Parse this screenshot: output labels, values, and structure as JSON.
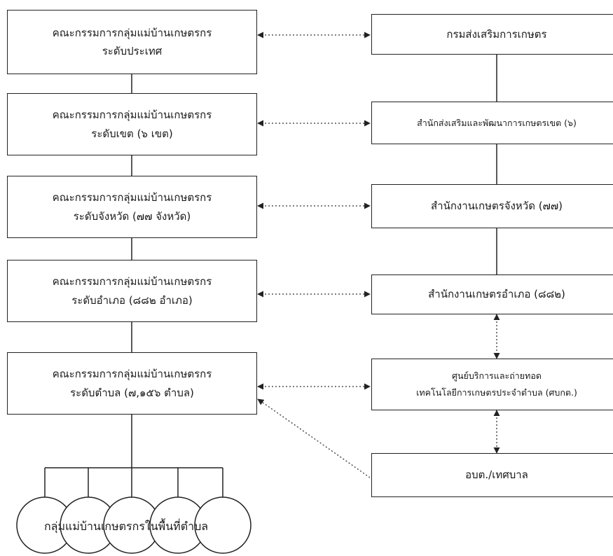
{
  "left_column": [
    {
      "line1": "คณะกรรมการกลุ่มแม่บ้านเกษตรกร",
      "line2": "ระดับประเทศ"
    },
    {
      "line1": "คณะกรรมการกลุ่มแม่บ้านเกษตรกร",
      "line2": "ระดับเขต (๖ เขต)"
    },
    {
      "line1": "คณะกรรมการกลุ่มแม่บ้านเกษตรกร",
      "line2": "ระดับจังหวัด (๗๗ จังหวัด)"
    },
    {
      "line1": "คณะกรรมการกลุ่มแม่บ้านเกษตรกร",
      "line2": "ระดับอำเภอ (๘๘๒ อำเภอ)"
    },
    {
      "line1": "คณะกรรมการกลุ่มแม่บ้านเกษตรกร",
      "line2": "ระดับตำบล (๗,๑๕๖ ตำบล)"
    }
  ],
  "right_column": [
    {
      "line1": "กรมส่งเสริมการเกษตร",
      "line2": ""
    },
    {
      "line1": "สำนักส่งเสริมและพัฒนาการเกษตรเขต (๖)",
      "line2": ""
    },
    {
      "line1": "สำนักงานเกษตรจังหวัด (๗๗)",
      "line2": ""
    },
    {
      "line1": "สำนักงานเกษตรอำเภอ (๘๘๒)",
      "line2": ""
    },
    {
      "line1": "ศูนย์บริการและถ่ายทอด",
      "line2": "เทคโนโลยีการเกษตรประจำตำบล (ศบกต.)"
    },
    {
      "line1": "อบต./เทศบาล",
      "line2": ""
    }
  ],
  "bottom_group": {
    "label": "กลุ่มแม่บ้านเกษตรกรในพื้นที่ตำบล",
    "circle_count": 5
  },
  "colors": {
    "line": "#222222",
    "dotted": "#333333"
  }
}
